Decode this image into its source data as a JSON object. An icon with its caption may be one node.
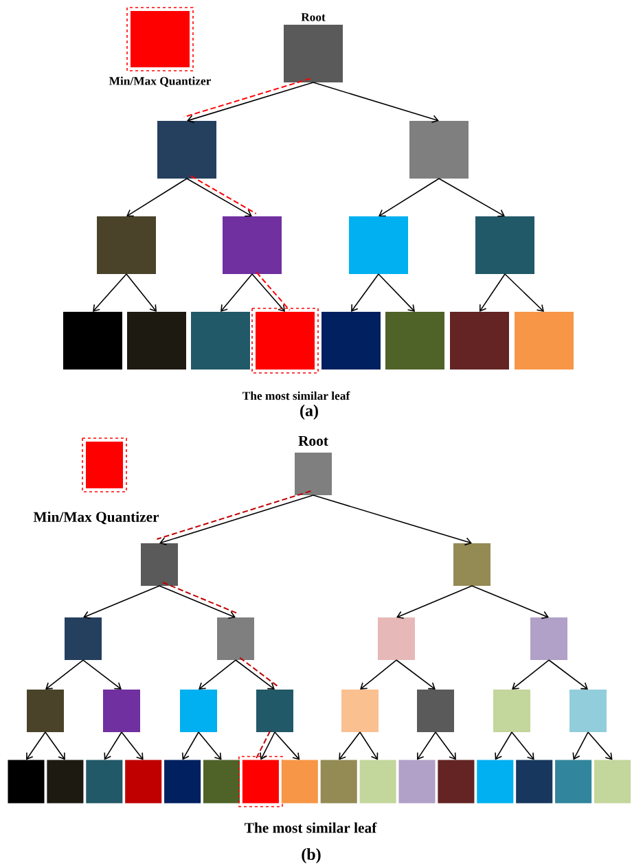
{
  "diagram": {
    "nodes": [
      {
        "text": [
          "Min/Max Quantizer"
        ]
      },
      {
        "text": [
          "Root"
        ]
      },
      {
        "text": [],
        "shape": "box"
      },
      {
        "text": [],
        "shape": "box"
      },
      {
        "text": [],
        "shape": "box"
      },
      {
        "text": [],
        "shape": "box"
      },
      {
        "text": [],
        "shape": "box"
      },
      {
        "text": [],
        "shape": "box"
      },
      {
        "text": [],
        "shape": "box"
      },
      {
        "text": [],
        "shape": "box"
      },
      {
        "text": [],
        "shape": "box"
      },
      {
        "text": [
          "The most similar leaf"
        ]
      },
      {
        "text": [],
        "shape": "box"
      },
      {
        "text": [],
        "shape": "box"
      },
      {
        "text": [],
        "shape": "box"
      },
      {
        "text": [],
        "shape": "box"
      },
      {
        "text": [
          "Min/Max Quantizer"
        ]
      },
      {
        "text": [
          "Root"
        ]
      },
      {
        "text": [],
        "shape": "box"
      },
      {
        "text": [],
        "shape": "box"
      },
      {
        "text": [],
        "shape": "box"
      },
      {
        "text": [],
        "shape": "box"
      },
      {
        "text": [],
        "shape": "box"
      },
      {
        "text": [],
        "shape": "box"
      },
      {
        "text": [],
        "shape": "box"
      },
      {
        "text": [],
        "shape": "box"
      },
      {
        "text": [],
        "shape": "box"
      },
      {
        "text": [],
        "shape": "box"
      },
      {
        "text": [],
        "shape": "box"
      },
      {
        "text": [],
        "shape": "box"
      },
      {
        "text": [],
        "shape": "box"
      },
      {
        "text": [],
        "shape": "box"
      },
      {
        "text": [],
        "shape": "box"
      },
      {
        "text": [],
        "shape": "box"
      },
      {
        "text": [],
        "shape": "box"
      },
      {
        "text": [],
        "shape": "box"
      },
      {
        "text": [],
        "shape": "box"
      },
      {
        "text": [],
        "shape": "box"
      },
      {
        "text": [
          "The most similar leaf"
        ]
      },
      {
        "text": [],
        "shape": "box"
      },
      {
        "text": [],
        "shape": "box"
      },
      {
        "text": [],
        "shape": "box"
      },
      {
        "text": [],
        "shape": "box"
      },
      {
        "text": [],
        "shape": "box"
      },
      {
        "text": [],
        "shape": "box"
      },
      {
        "text": [],
        "shape": "box"
      },
      {
        "text": [],
        "shape": "box"
      },
      {
        "text": [],
        "shape": "box"
      }
    ],
    "edges": [
      {
        "from": 1,
        "to": 2,
        "arrow": "to"
      },
      {
        "from": 1,
        "to": 3,
        "arrow": "to"
      },
      {
        "from": 2,
        "to": 4,
        "arrow": "to"
      },
      {
        "from": 2,
        "to": 5,
        "arrow": "to"
      },
      {
        "from": 3,
        "to": 6,
        "arrow": "to"
      },
      {
        "from": 3,
        "to": 7,
        "arrow": "to"
      },
      {
        "from": 4,
        "to": 8,
        "arrow": "to"
      },
      {
        "from": 4,
        "to": 9,
        "arrow": "to"
      },
      {
        "from": 5,
        "to": 10,
        "arrow": "to"
      },
      {
        "from": 5,
        "to": 11,
        "arrow": "to"
      },
      {
        "from": 6,
        "to": 12,
        "arrow": "to"
      },
      {
        "from": 6,
        "to": 13,
        "arrow": "to"
      },
      {
        "from": 7,
        "to": 14,
        "arrow": "to"
      },
      {
        "from": 7,
        "to": 15,
        "arrow": "to"
      },
      {
        "from": 1,
        "to": 2,
        "arrow": "none",
        "style": "dashed",
        "color": "#ff0000"
      },
      {
        "from": 2,
        "to": 5,
        "arrow": "none",
        "style": "dashed",
        "color": "#ff0000"
      },
      {
        "from": 5,
        "to": 11,
        "arrow": "none",
        "style": "dashed",
        "color": "#ff0000"
      },
      {
        "from": 17,
        "to": 18,
        "arrow": "to"
      },
      {
        "from": 17,
        "to": 19,
        "arrow": "to"
      },
      {
        "from": 18,
        "to": 20,
        "arrow": "to"
      },
      {
        "from": 18,
        "to": 21,
        "arrow": "to"
      },
      {
        "from": 19,
        "to": 22,
        "arrow": "to"
      },
      {
        "from": 19,
        "to": 23,
        "arrow": "to"
      },
      {
        "from": 20,
        "to": 24,
        "arrow": "to"
      },
      {
        "from": 20,
        "to": 25,
        "arrow": "to"
      },
      {
        "from": 21,
        "to": 26,
        "arrow": "to"
      },
      {
        "from": 21,
        "to": 27,
        "arrow": "to"
      },
      {
        "from": 22,
        "to": 28,
        "arrow": "to"
      },
      {
        "from": 22,
        "to": 29,
        "arrow": "to"
      },
      {
        "from": 23,
        "to": 30,
        "arrow": "to"
      },
      {
        "from": 23,
        "to": 31,
        "arrow": "to"
      },
      {
        "from": 24,
        "to": 32,
        "arrow": "to"
      },
      {
        "from": 24,
        "to": 33,
        "arrow": "to"
      },
      {
        "from": 25,
        "to": 34,
        "arrow": "to"
      },
      {
        "from": 25,
        "to": 35,
        "arrow": "to"
      },
      {
        "from": 26,
        "to": 36,
        "arrow": "to"
      },
      {
        "from": 26,
        "to": 37,
        "arrow": "to"
      },
      {
        "from": 27,
        "to": 38,
        "arrow": "to"
      },
      {
        "from": 27,
        "to": 39,
        "arrow": "to"
      },
      {
        "from": 28,
        "to": 40,
        "arrow": "to"
      },
      {
        "from": 28,
        "to": 41,
        "arrow": "to"
      },
      {
        "from": 29,
        "to": 42,
        "arrow": "to"
      },
      {
        "from": 29,
        "to": 43,
        "arrow": "to"
      },
      {
        "from": 30,
        "to": 44,
        "arrow": "to"
      },
      {
        "from": 30,
        "to": 45,
        "arrow": "to"
      },
      {
        "from": 31,
        "to": 46,
        "arrow": "to"
      },
      {
        "from": 31,
        "to": 47,
        "arrow": "to"
      },
      {
        "from": 17,
        "to": 18,
        "arrow": "none",
        "style": "dashed",
        "color": "#c00000"
      },
      {
        "from": 18,
        "to": 21,
        "arrow": "none",
        "style": "dashed",
        "color": "#c00000"
      },
      {
        "from": 21,
        "to": 27,
        "arrow": "none",
        "style": "dashed",
        "color": "#c00000"
      },
      {
        "from": 27,
        "to": 38,
        "arrow": "none",
        "style": "dashed",
        "color": "#c00000"
      }
    ],
    "labels": [
      "(a)",
      "(b)"
    ]
  }
}
